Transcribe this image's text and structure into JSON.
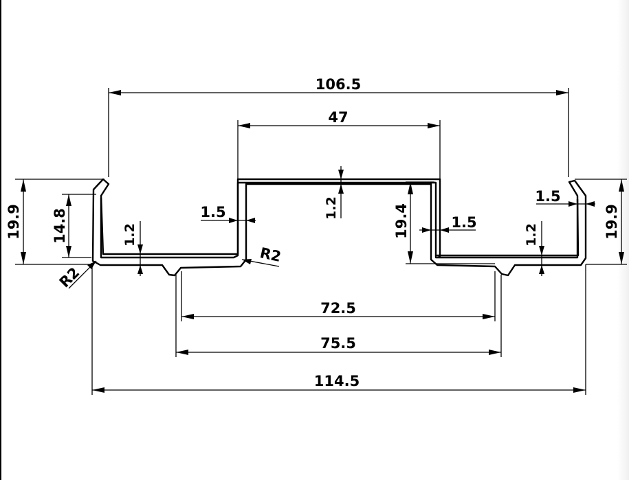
{
  "drawing": {
    "dim_overall_top": "106.5",
    "dim_top_inner": "47",
    "dim_bottom_1": "72.5",
    "dim_bottom_2": "75.5",
    "dim_overall_bottom": "114.5",
    "dim_left_height": "19.9",
    "dim_left_inner_height": "14.8",
    "dim_right_height": "19.9",
    "dim_center_height": "19.4",
    "dim_thick_left": "1.2",
    "dim_thick_center": "1.2",
    "dim_thick_right": "1.2",
    "dim_wall_left": "1.5",
    "dim_wall_center": "1.5",
    "dim_wall_right": "1.5",
    "radius_left": "R2",
    "radius_center": "R2"
  }
}
